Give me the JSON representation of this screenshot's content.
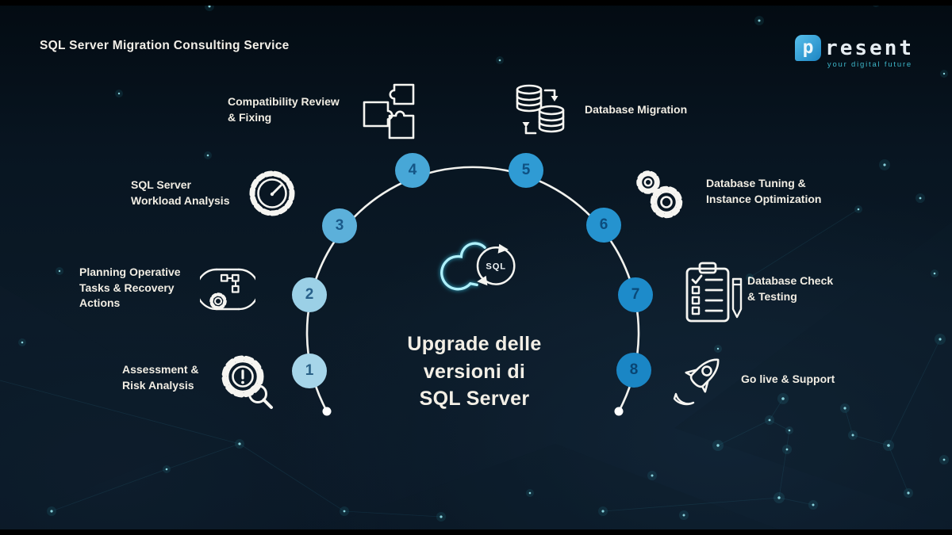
{
  "header": {
    "title": "SQL Server Migration Consulting Service"
  },
  "logo": {
    "p": "p",
    "wordmark": "resent",
    "tagline": "your digital future",
    "mark_color": "#2d9fd6",
    "tagline_color": "#3db6c9"
  },
  "center": {
    "cloud_label": "SQL",
    "title_lines": [
      "Upgrade delle",
      "versioni di",
      "SQL Server"
    ]
  },
  "steps": [
    {
      "number": "1",
      "lines": [
        "Assessment &",
        "Risk Analysis"
      ],
      "icon": "risk-analysis-icon",
      "circle_color": "#a6d5e9",
      "number_color": "#2b6287"
    },
    {
      "number": "2",
      "lines": [
        "Planning Operative",
        "Tasks & Recovery",
        "Actions"
      ],
      "icon": "planning-blueprint-icon",
      "circle_color": "#9bd0e6",
      "number_color": "#27608a"
    },
    {
      "number": "3",
      "lines": [
        "SQL Server",
        "Workload Analysis"
      ],
      "icon": "workload-gauge-icon",
      "circle_color": "#5cb0da",
      "number_color": "#1a5a8a"
    },
    {
      "number": "4",
      "lines": [
        "Compatibility Review",
        "& Fixing"
      ],
      "icon": "compatibility-puzzle-icon",
      "circle_color": "#47a7d7",
      "number_color": "#155686"
    },
    {
      "number": "5",
      "lines": [
        "Database Migration"
      ],
      "icon": "database-migration-icon",
      "circle_color": "#2f9bd4",
      "number_color": "#0f5183"
    },
    {
      "number": "6",
      "lines": [
        "Database Tuning &",
        "Instance Optimization"
      ],
      "icon": "tuning-gears-icon",
      "circle_color": "#2593cf",
      "number_color": "#0c4d7e"
    },
    {
      "number": "7",
      "lines": [
        "Database Check",
        "& Testing"
      ],
      "icon": "check-testing-clipboard-icon",
      "circle_color": "#1d8bca",
      "number_color": "#0a4a79"
    },
    {
      "number": "8",
      "lines": [
        "Go live & Support"
      ],
      "icon": "go-live-rocket-icon",
      "circle_color": "#1a86c5",
      "number_color": "#094573"
    }
  ],
  "colors": {
    "background": "#0a1620",
    "accent_cyan": "#49d3e6",
    "arc": "#f2f2ee",
    "label_text": "#f1ede3",
    "cloud_glow": "#35c8e8"
  }
}
